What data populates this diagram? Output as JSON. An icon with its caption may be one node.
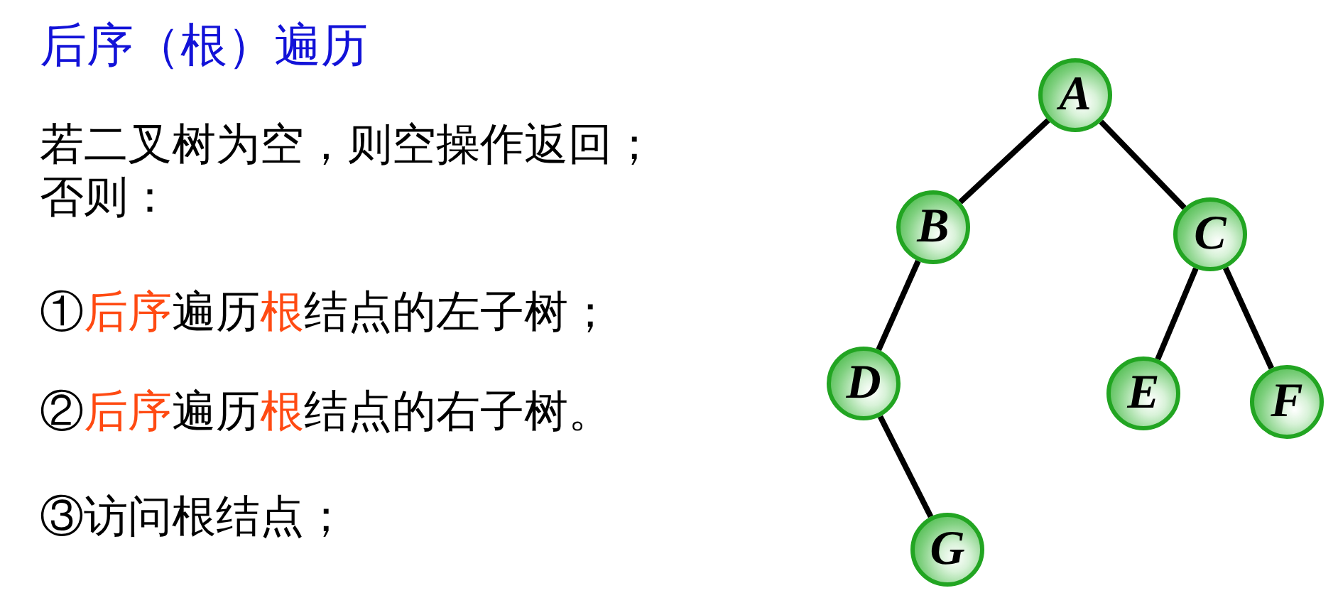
{
  "diagram": {
    "title": "后序（根）遍历",
    "nodes": [
      {
        "text": [
          "A"
        ]
      },
      {
        "text": [
          "B"
        ]
      },
      {
        "text": [
          "C"
        ]
      },
      {
        "text": [
          "D"
        ]
      },
      {
        "text": [
          "E"
        ]
      },
      {
        "text": [
          "F"
        ]
      },
      {
        "text": [
          "G"
        ]
      }
    ],
    "edges": [
      {
        "from": 0,
        "to": 1,
        "arrow": "none"
      },
      {
        "from": 0,
        "to": 2,
        "arrow": "none"
      },
      {
        "from": 1,
        "to": 3,
        "arrow": "none"
      },
      {
        "from": 2,
        "to": 4,
        "arrow": "none"
      },
      {
        "from": 2,
        "to": 5,
        "arrow": "none"
      },
      {
        "from": 3,
        "to": 6,
        "arrow": "none"
      }
    ],
    "labels": [
      "若二叉树为空，则空操作返回；否则：",
      "①**后序**遍历**根**结点的左子树；",
      "②**后序**遍历**根**结点的右子树。",
      "③访问根结点；"
    ]
  }
}
